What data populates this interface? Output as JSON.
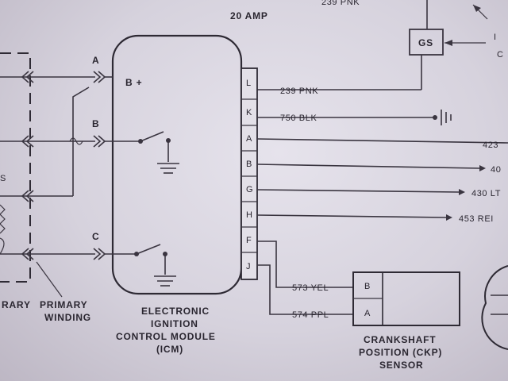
{
  "diagram": {
    "top_partial": "239 PNK",
    "fuse_label": "20 AMP",
    "gs_label": "GS",
    "right_edge_top_a": "I",
    "right_edge_top_b": "C",
    "icm": {
      "bplus_label": "B +",
      "title_lines": [
        "ELECTRONIC",
        "IGNITION",
        "CONTROL MODULE",
        "(ICM)"
      ],
      "pins": [
        "L",
        "K",
        "A",
        "B",
        "G",
        "H",
        "F",
        "J"
      ]
    },
    "coil_terminals": [
      "A",
      "B",
      "C"
    ],
    "left_labels": {
      "s_fragment": "S",
      "rary_fragment": "RARY",
      "primary_winding": [
        "PRIMARY",
        "WINDING"
      ]
    },
    "wires": [
      {
        "pin": "L",
        "label": "239 PNK"
      },
      {
        "pin": "K",
        "label": "750 BLK"
      },
      {
        "pin": "A",
        "label": "423"
      },
      {
        "pin": "B",
        "label": "40"
      },
      {
        "pin": "G",
        "label": "430 LT"
      },
      {
        "pin": "H",
        "label": "453 REI"
      }
    ],
    "ckp": {
      "wire_f_label": "573 YEL",
      "wire_j_label": "574 PPL",
      "pins": [
        "B",
        "A"
      ],
      "title_lines": [
        "CRANKSHAFT",
        "POSITION (CKP)",
        "SENSOR"
      ]
    }
  }
}
